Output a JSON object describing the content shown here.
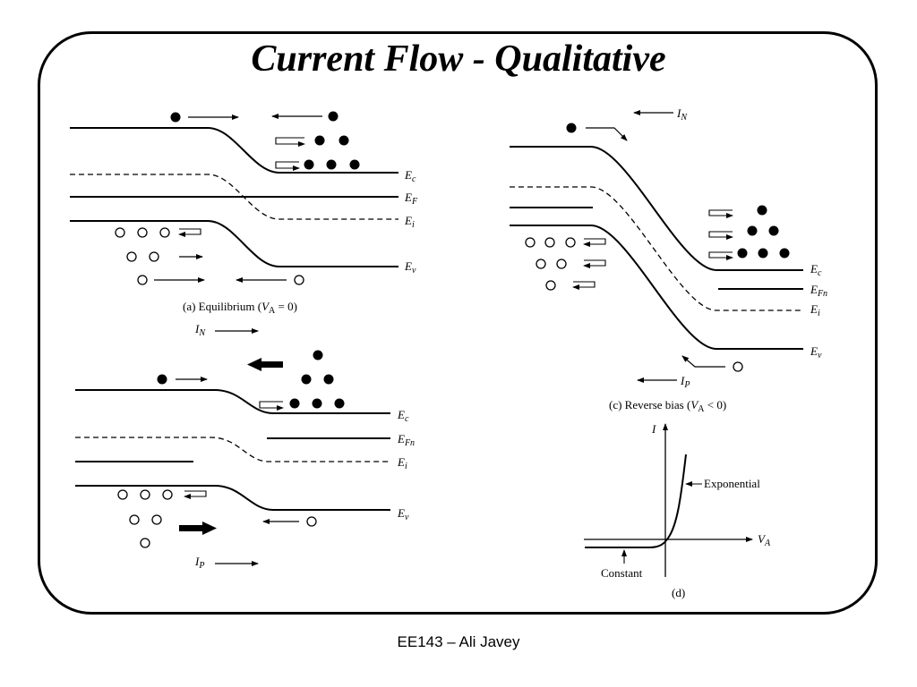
{
  "slide": {
    "title": "Current Flow - Qualitative",
    "footer": "EE143 – Ali Javey"
  },
  "panel_a": {
    "caption_pre": "(a) Equilibrium (",
    "caption_var": "V",
    "caption_sub": "A",
    "caption_post": " = 0)",
    "labels": {
      "ec": "E",
      "ec_sub": "c",
      "ef": "E",
      "ef_sub": "F",
      "ei": "E",
      "ei_sub": "i",
      "ev": "E",
      "ev_sub": "v"
    }
  },
  "panel_b": {
    "current_n": "I",
    "current_n_sub": "N",
    "current_p": "I",
    "current_p_sub": "P",
    "labels": {
      "ec": "E",
      "ec_sub": "c",
      "efn": "E",
      "efn_sub": "Fn",
      "ei": "E",
      "ei_sub": "i",
      "ev": "E",
      "ev_sub": "v"
    }
  },
  "panel_c": {
    "caption_pre": "(c) Reverse bias (",
    "caption_var": "V",
    "caption_sub": "A",
    "caption_post": " < 0)",
    "current_n": "I",
    "current_n_sub": "N",
    "current_p": "I",
    "current_p_sub": "P",
    "labels": {
      "ec": "E",
      "ec_sub": "c",
      "efn": "E",
      "efn_sub": "Fn",
      "ei": "E",
      "ei_sub": "i",
      "ev": "E",
      "ev_sub": "v"
    }
  },
  "panel_d": {
    "caption": "(d)",
    "y_axis": "I",
    "x_axis": "V",
    "x_axis_sub": "A",
    "annot_exponential": "Exponential",
    "annot_constant": "Constant"
  }
}
